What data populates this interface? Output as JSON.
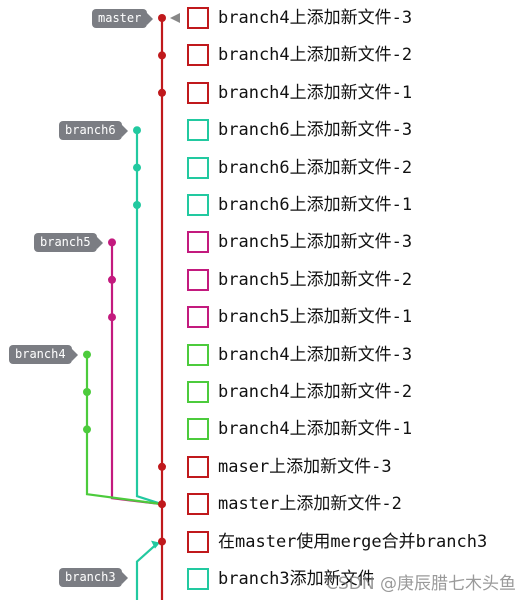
{
  "colors": {
    "master": "#c0191c",
    "branch6": "#22c9a0",
    "branch5": "#c31a7e",
    "branch4": "#4ccb3c",
    "branch3": "#22c9a0",
    "tag_bg": "#7b7d83"
  },
  "tags": [
    {
      "label": "master",
      "color_key": "master"
    },
    {
      "label": "branch6",
      "color_key": "branch6"
    },
    {
      "label": "branch5",
      "color_key": "branch5"
    },
    {
      "label": "branch4",
      "color_key": "branch4"
    },
    {
      "label": "branch3",
      "color_key": "branch3"
    }
  ],
  "commits": [
    {
      "label": "branch4上添加新文件-3",
      "branch": "master"
    },
    {
      "label": "branch4上添加新文件-2",
      "branch": "master"
    },
    {
      "label": "branch4上添加新文件-1",
      "branch": "master"
    },
    {
      "label": "branch6上添加新文件-3",
      "branch": "branch6"
    },
    {
      "label": "branch6上添加新文件-2",
      "branch": "branch6"
    },
    {
      "label": "branch6上添加新文件-1",
      "branch": "branch6"
    },
    {
      "label": "branch5上添加新文件-3",
      "branch": "branch5"
    },
    {
      "label": "branch5上添加新文件-2",
      "branch": "branch5"
    },
    {
      "label": "branch5上添加新文件-1",
      "branch": "branch5"
    },
    {
      "label": "branch4上添加新文件-3",
      "branch": "branch4"
    },
    {
      "label": "branch4上添加新文件-2",
      "branch": "branch4"
    },
    {
      "label": "branch4上添加新文件-1",
      "branch": "branch4"
    },
    {
      "label": "maser上添加新文件-3",
      "branch": "master"
    },
    {
      "label": "master上添加新文件-2",
      "branch": "master"
    },
    {
      "label": "在master使用merge合并branch3",
      "branch": "master"
    },
    {
      "label": "branch3添加新文件",
      "branch": "branch3"
    }
  ],
  "watermark": "CSDN @庚辰腊七木头鱼"
}
